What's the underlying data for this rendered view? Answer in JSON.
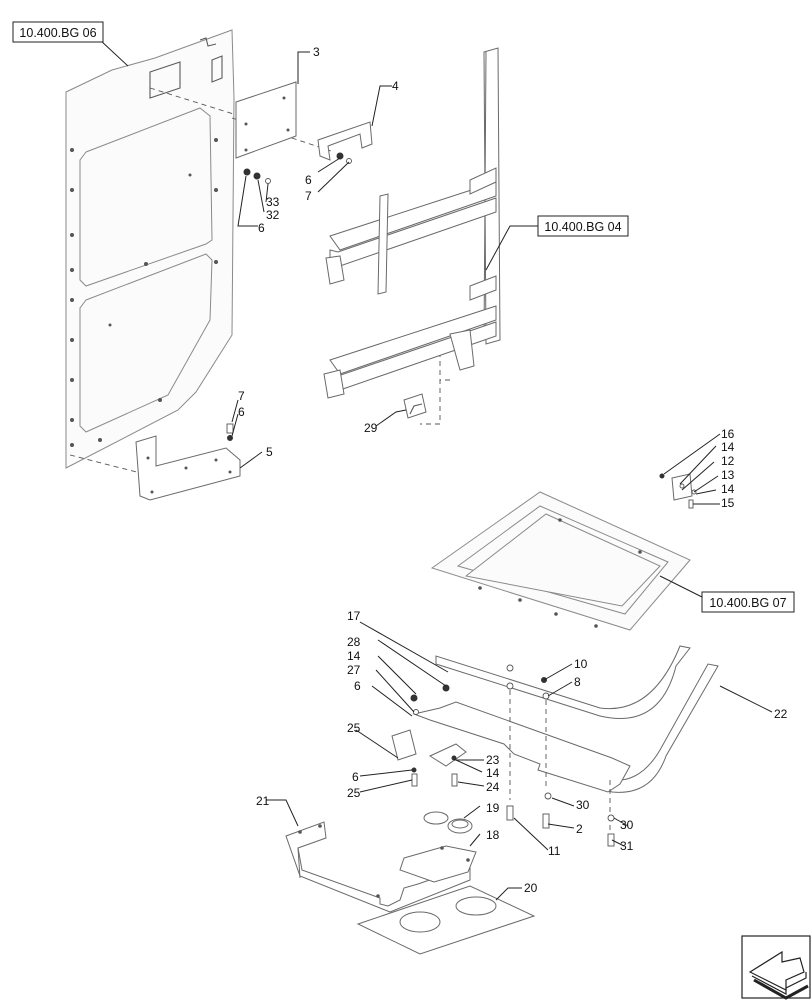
{
  "references": [
    {
      "id": "bg06",
      "label": "10.400.BG 06"
    },
    {
      "id": "bg04",
      "label": "10.400.BG 04"
    },
    {
      "id": "bg07",
      "label": "10.400.BG 07"
    }
  ],
  "callouts": {
    "c2": "2",
    "c3": "3",
    "c4": "4",
    "c5": "5",
    "c6a": "6",
    "c6b": "6",
    "c6c": "6",
    "c6d": "6",
    "c6e": "6",
    "c7a": "7",
    "c7b": "7",
    "c8": "8",
    "c10": "10",
    "c11": "11",
    "c12": "12",
    "c13": "13",
    "c14a": "14",
    "c14b": "14",
    "c14c": "14",
    "c14d": "14",
    "c15": "15",
    "c16": "16",
    "c17": "17",
    "c18": "18",
    "c19": "19",
    "c20": "20",
    "c21": "21",
    "c22": "22",
    "c23": "23",
    "c24": "24",
    "c25a": "25",
    "c25b": "25",
    "c27": "27",
    "c28": "28",
    "c29": "29",
    "c30a": "30",
    "c30b": "30",
    "c31": "31",
    "c32": "32",
    "c33": "33"
  },
  "nav_icon": "next-page-arrow-icon"
}
